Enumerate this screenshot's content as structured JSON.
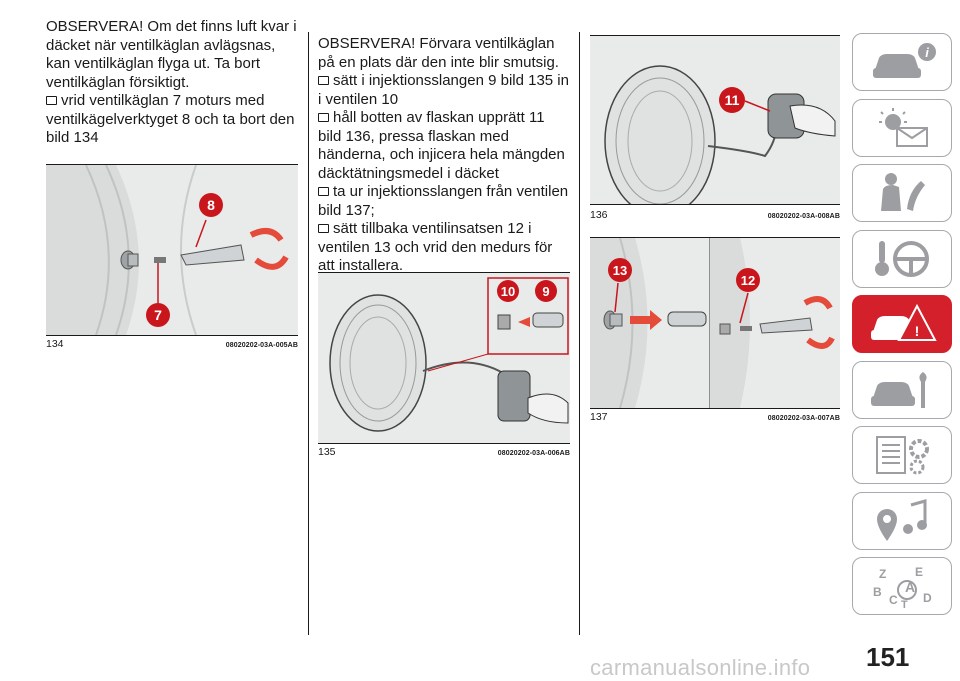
{
  "column1": {
    "p1": "OBSERVERA! Om det finns luft kvar i däcket när ventilkäglan avlägsnas, kan ventilkäglan flyga ut. Ta bort ventilkäglan försiktigt.",
    "bullet1": "vrid ventilkäglan 7 moturs med ventilkägelverktyget 8 och ta bort den bild 134"
  },
  "column2": {
    "p1": "OBSERVERA! Förvara ventilkäglan på en plats där den inte blir smutsig.",
    "bullets": [
      "sätt i injektionsslangen 9 bild 135 in i ventilen 10",
      "håll botten av flaskan upprätt 11 bild 136, pressa flaskan med händerna, och injicera hela mängden däcktätningsmedel i däcket",
      "ta ur injektionsslangen från ventilen bild 137;",
      "sätt tillbaka ventilinsatsen 12 i ventilen 13 och vrid den medurs för att installera."
    ]
  },
  "figures": {
    "f134": {
      "num": "134",
      "code": "08020202-03A-005AB",
      "labels": [
        "8",
        "7"
      ]
    },
    "f135": {
      "num": "135",
      "code": "08020202-03A-006AB",
      "labels": [
        "10",
        "9"
      ]
    },
    "f136": {
      "num": "136",
      "code": "08020202-03A-008AB",
      "labels": [
        "11"
      ]
    },
    "f137": {
      "num": "137",
      "code": "08020202-03A-007AB",
      "labels": [
        "13",
        "12"
      ]
    }
  },
  "sidebar": {
    "tabs": [
      {
        "icon": "car-info-icon"
      },
      {
        "icon": "warning-lights-icon"
      },
      {
        "icon": "seat-safety-icon"
      },
      {
        "icon": "steering-key-icon"
      },
      {
        "icon": "emergency-car-icon",
        "active": true
      },
      {
        "icon": "car-wrench-icon"
      },
      {
        "icon": "specs-gear-icon"
      },
      {
        "icon": "multimedia-icon"
      },
      {
        "icon": "alphabetic-index-icon"
      }
    ],
    "index_letters": [
      "Z",
      "E",
      "A",
      "B",
      "C",
      "D",
      "T"
    ],
    "active_color": "#d4202a"
  },
  "page_number": "151",
  "watermark": "carmanualsonline.info",
  "colors": {
    "label_red": "#c9161d",
    "arrow_red": "#e44b3a",
    "tab_border": "#a7a9ac"
  }
}
